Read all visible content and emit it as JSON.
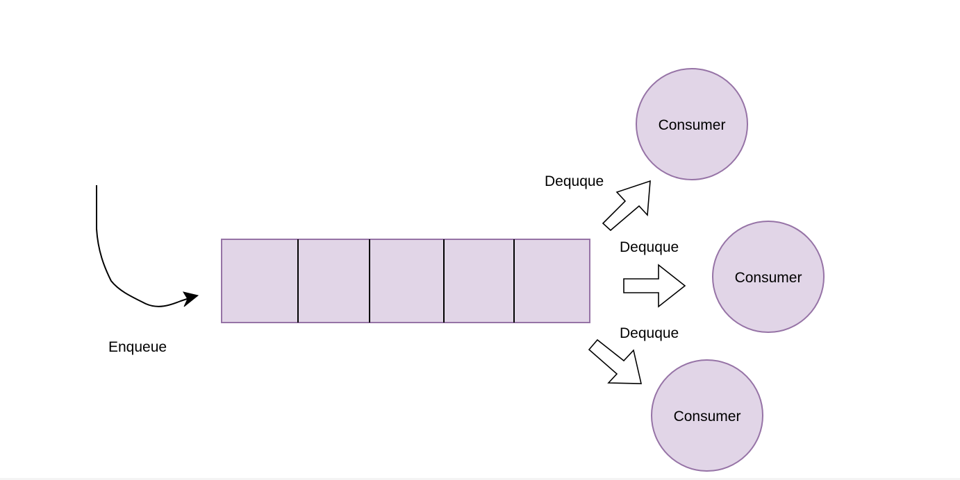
{
  "diagram": {
    "enqueue_label": "Enqueue",
    "queue": {
      "cell_count": 5
    },
    "dequeue_labels": [
      "Dequque",
      "Dequque",
      "Dequque"
    ],
    "consumers": [
      {
        "label": "Consumer"
      },
      {
        "label": "Consumer"
      },
      {
        "label": "Consumer"
      }
    ]
  },
  "colors": {
    "node_fill": "#e1d5e7",
    "node_stroke": "#9673a6",
    "line": "#000000"
  }
}
